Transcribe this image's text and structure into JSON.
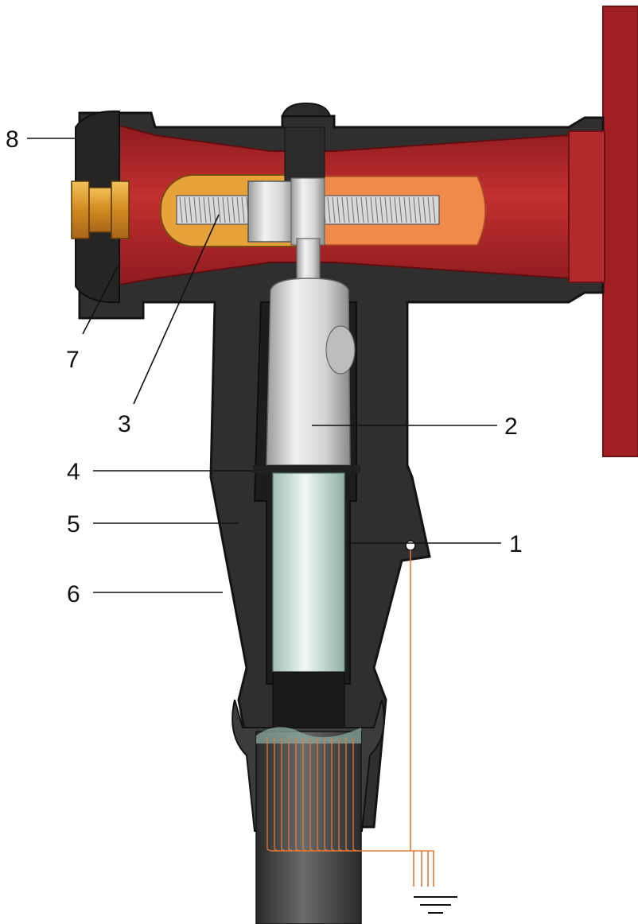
{
  "callouts": [
    {
      "id": "8",
      "text": "8"
    },
    {
      "id": "7",
      "text": "7"
    },
    {
      "id": "3",
      "text": "3"
    },
    {
      "id": "2",
      "text": "2"
    },
    {
      "id": "4",
      "text": "4"
    },
    {
      "id": "5",
      "text": "5"
    },
    {
      "id": "1",
      "text": "1"
    },
    {
      "id": "6",
      "text": "6"
    }
  ],
  "colors": {
    "housing_red": "#b3262a",
    "housing_dark_red": "#7a1518",
    "insulation_black": "#2b2b2b",
    "insulation_mid": "#3a3a3a",
    "connector_silver": "#d9d9d9",
    "stud_gold": "#e0a23a",
    "stud_orange": "#f08a4b",
    "cable_core": "#cfe3dd",
    "cable_jacket": "#4a4a4a",
    "ground_wire": "#e07a3c"
  },
  "icons": [
    "ground-symbol-icon"
  ]
}
